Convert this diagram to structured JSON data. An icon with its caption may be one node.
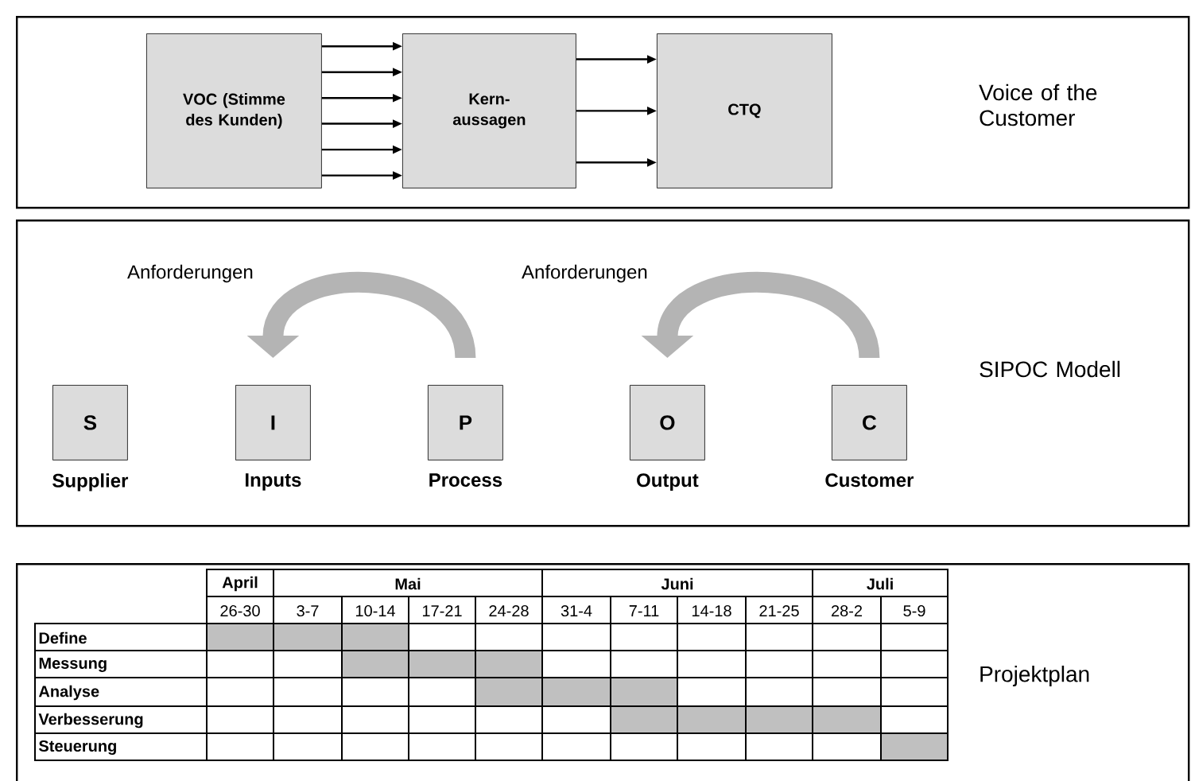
{
  "diagram": {
    "nodes": [
      {
        "text": [
          "Voice of the Customer"
        ]
      },
      {
        "text": [
          "VOC (Stimme des Kunden)"
        ],
        "in": 0
      },
      {
        "text": [
          "Kern- aussagen"
        ],
        "in": 0
      },
      {
        "text": [
          "CTQ"
        ],
        "in": 0
      },
      {
        "text": [
          "SIPOC Modell"
        ]
      },
      {
        "text": [
          "S",
          "Supplier"
        ],
        "in": 4
      },
      {
        "text": [
          "I",
          "Inputs"
        ],
        "in": 4
      },
      {
        "text": [
          "P",
          "Process"
        ],
        "in": 4
      },
      {
        "text": [
          "O",
          "Output"
        ],
        "in": 4
      },
      {
        "text": [
          "C",
          "Customer"
        ],
        "in": 4
      },
      {
        "text": [
          "Projektplan"
        ]
      }
    ],
    "edges": [
      {
        "from": 1,
        "to": 2,
        "arrow": "to"
      },
      {
        "from": 1,
        "to": 2,
        "arrow": "to"
      },
      {
        "from": 1,
        "to": 2,
        "arrow": "to"
      },
      {
        "from": 1,
        "to": 2,
        "arrow": "to"
      },
      {
        "from": 1,
        "to": 2,
        "arrow": "to"
      },
      {
        "from": 1,
        "to": 2,
        "arrow": "to"
      },
      {
        "from": 2,
        "to": 3,
        "arrow": "to"
      },
      {
        "from": 2,
        "to": 3,
        "arrow": "to"
      },
      {
        "from": 2,
        "to": 3,
        "arrow": "to"
      },
      {
        "from": 7,
        "to": 6,
        "arrow": "to",
        "label": "Anforderungen",
        "style": "thick",
        "color": "#b4b4b4"
      },
      {
        "from": 9,
        "to": 8,
        "arrow": "to",
        "label": "Anforderungen",
        "style": "thick",
        "color": "#b4b4b4"
      }
    ],
    "labels": [
      "April",
      "Mai",
      "Juni",
      "Juli",
      "26-30",
      "3-7",
      "10-14",
      "17-21",
      "24-28",
      "31-4",
      "7-11",
      "14-18",
      "21-25",
      "28-2",
      "5-9",
      "Define",
      "Messung",
      "Analyse",
      "Verbesserung",
      "Steuerung"
    ]
  }
}
